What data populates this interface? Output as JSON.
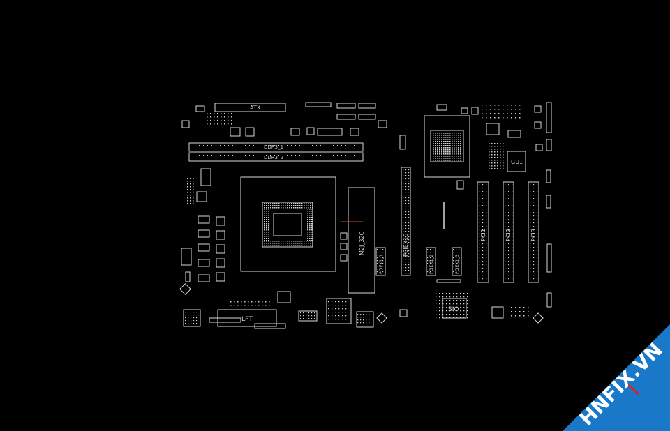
{
  "board": {
    "labels": {
      "atx": "ATX",
      "ddr3_1": "DDR3_1",
      "ddr3_2": "DDR3_2",
      "gu1": "GU1",
      "pciex16": "PCIEX16",
      "pci1": "PCI1",
      "pci2": "PCI2",
      "pci3": "PCI3",
      "m2": "M2J_32G",
      "pciex1_1": "PCIEX1_1",
      "pciex1_2": "PCIEX1_2",
      "pciex1_3": "PCIEX1_3",
      "sio": "SIO",
      "lpt": "LPT"
    },
    "colors": {
      "background": "#000000",
      "outline": "#d8d8d8",
      "highlight": "#e0403a"
    }
  },
  "watermark": {
    "text": "HNFIX.VN",
    "colors": {
      "band": "#1a78c8",
      "accent": "#e02020"
    }
  }
}
